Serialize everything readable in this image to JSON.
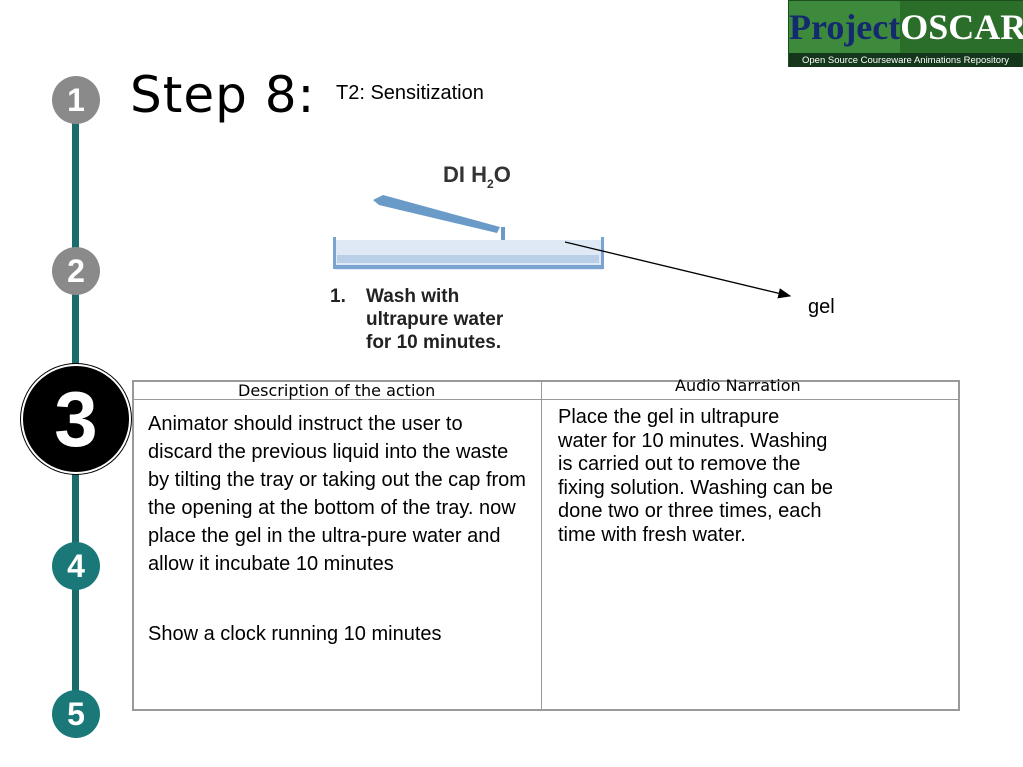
{
  "header": {
    "title": "Step 8:",
    "subtitle": "T2: Sensitization"
  },
  "logo": {
    "word1": "Project",
    "word2": "OSCAR",
    "tagline": "Open Source Courseware Animations Repository"
  },
  "timeline": {
    "steps": [
      "1",
      "2",
      "3",
      "4",
      "5"
    ],
    "active_step": "3"
  },
  "illustration": {
    "reagent_label": "DI H",
    "reagent_sub": "2",
    "reagent_suffix": "O",
    "step_number": "1.",
    "caption_lines": [
      "Wash with",
      "ultrapure water",
      "for 10 minutes."
    ],
    "pointer_label": "gel"
  },
  "table": {
    "col1_header": "Description of the action",
    "col2_header": "Audio Narration",
    "description": "Animator should instruct the user to discard the previous liquid into the waste by tilting the tray or taking out the cap from the opening at the bottom of the tray. now place the gel in the ultra-pure water and allow it incubate 10 minutes",
    "description_note": "Show a clock running 10 minutes",
    "narration": "Place the gel in ultrapure water for 10 minutes. Washing is carried out to remove the fixing solution. Washing can be done two or three times, each time with fresh water."
  },
  "colors": {
    "timeline": "#1a6b6b",
    "step_gray": "#8a8a8a",
    "step_teal": "#1a7878",
    "step_active": "#000000",
    "logo_green": "#2a6e2a"
  }
}
